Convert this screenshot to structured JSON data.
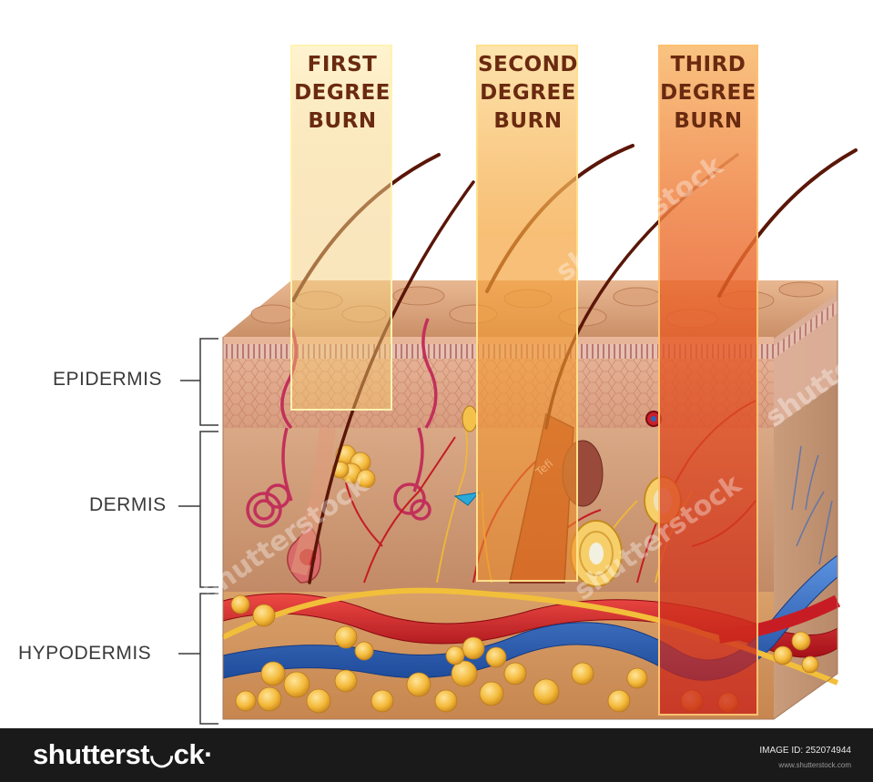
{
  "burns": [
    {
      "line1": "FIRST",
      "line2": "DEGREE",
      "line3": "BURN"
    },
    {
      "line1": "SECOND",
      "line2": "DEGREE",
      "line3": "BURN"
    },
    {
      "line1": "THIRD",
      "line2": "DEGREE",
      "line3": "BURN"
    }
  ],
  "layers": {
    "epidermis": "EPIDERMIS",
    "dermis": "DERMIS",
    "hypodermis": "HYPODERMIS"
  },
  "watermark": {
    "text": "shutterstock",
    "author": "Tefi"
  },
  "footer": {
    "logo": "shutterst◡ck·",
    "image_id": "IMAGE ID: 252074944",
    "url": "www.shutterstock.com"
  },
  "colors": {
    "skin": "#d9a27a",
    "dermis": "#c98f6a",
    "hypodermis_fat": "#f2b73a",
    "artery": "#c81c24",
    "vein": "#2a64b8",
    "nerve": "#f1bf3a",
    "hair": "#5a1608",
    "first_band": "#f7d68a",
    "second_band": "#f2a03c",
    "third_band": "#e2421c",
    "footer_bg": "#1a1a1a"
  }
}
